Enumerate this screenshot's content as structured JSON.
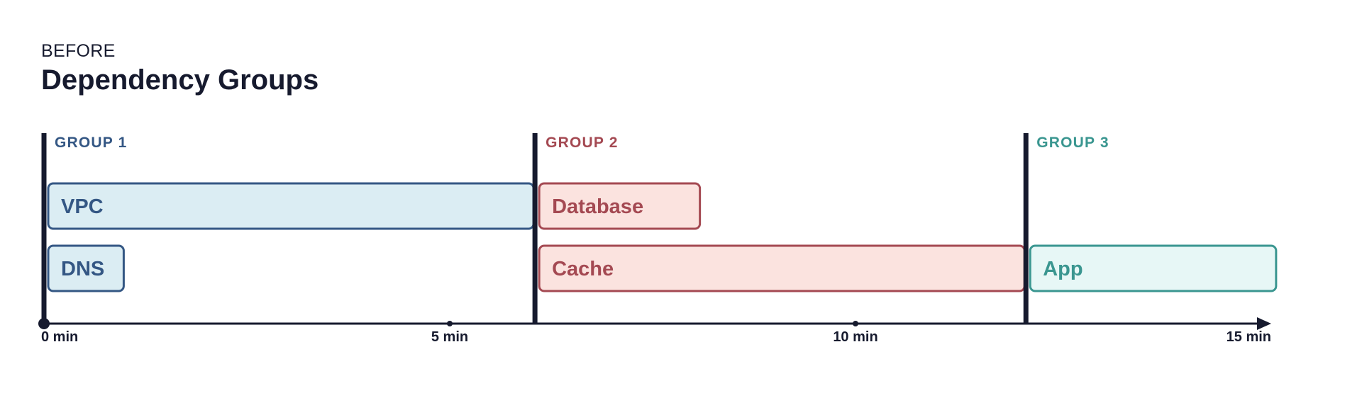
{
  "header": {
    "subtitle": "BEFORE",
    "title": "Dependency Groups"
  },
  "colors": {
    "axis": "#161a2e",
    "group_1": {
      "stroke": "#345784",
      "fill": "#dbedf3",
      "text": "#345784"
    },
    "group_2": {
      "stroke": "#a44952",
      "fill": "#fbe3df",
      "text": "#a44952"
    },
    "group_3": {
      "stroke": "#3a9690",
      "fill": "#e7f7f6",
      "text": "#3a9690"
    }
  },
  "chart_data": {
    "type": "gantt",
    "x_axis": {
      "unit": "min",
      "range": [
        0,
        15
      ],
      "ticks": [
        {
          "value": 0,
          "label": "0 min"
        },
        {
          "value": 5,
          "label": "5 min"
        },
        {
          "value": 10,
          "label": "10 min"
        },
        {
          "value": 15,
          "label": "15 min"
        }
      ]
    },
    "groups": [
      {
        "label": "GROUP 1",
        "start": 0,
        "color_key": "group_1"
      },
      {
        "label": "GROUP 2",
        "start": 6.05,
        "color_key": "group_2"
      },
      {
        "label": "GROUP 3",
        "start": 12.1,
        "color_key": "group_3"
      }
    ],
    "tasks": [
      {
        "label": "VPC",
        "group": 0,
        "row": 0,
        "start": 0,
        "end": 6.05
      },
      {
        "label": "DNS",
        "group": 0,
        "row": 1,
        "start": 0,
        "end": 1.0
      },
      {
        "label": "Database",
        "group": 1,
        "row": 0,
        "start": 6.05,
        "end": 8.1
      },
      {
        "label": "Cache",
        "group": 1,
        "row": 1,
        "start": 6.05,
        "end": 12.1
      },
      {
        "label": "App",
        "group": 2,
        "row": 1,
        "start": 12.1,
        "end": 15.2
      }
    ]
  }
}
